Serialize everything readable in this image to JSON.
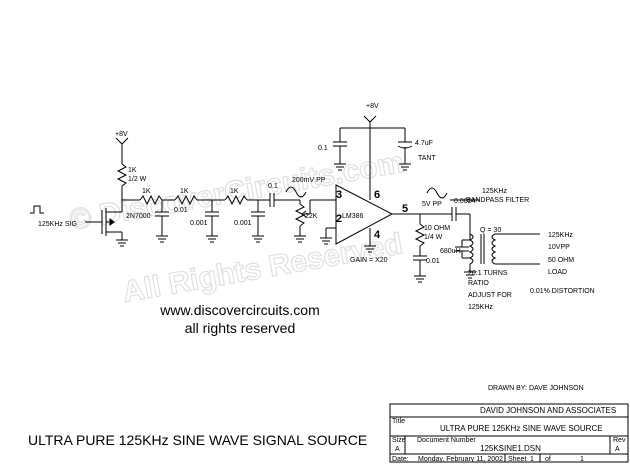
{
  "watermark": {
    "line1": "© DiscoverCircuits.com",
    "line2": "All Rights Reserved"
  },
  "credit": {
    "url": "www.discovercircuits.com",
    "rights": "all rights reserved"
  },
  "schematic": {
    "supply_left": "+8V",
    "supply_top": "+8V",
    "input_label": "125KHz SIG",
    "r_pullup": "1K",
    "r_pullup_w": "1/2 W",
    "transistor": "2N7000",
    "r1": "1K",
    "r2": "1K",
    "r3": "1K",
    "c1": "0.01",
    "c2": "0.001",
    "c3": "0.001",
    "c_coupling": "0.1",
    "c_bypass": "0.1",
    "c_tant": "4.7uF",
    "tant_label": "TANT",
    "pot": "22K",
    "in_amplitude": "200mV PP",
    "amp": "LM386",
    "pin3": "3",
    "pin2": "2",
    "pin4": "4",
    "pin5": "5",
    "pin6": "6",
    "gain": "GAIN = X20",
    "out_amplitude": "5V PP",
    "c_series": "0.0024",
    "r_series": "10 OHM",
    "r_series_w": "1/4 W",
    "c_snubber": "0.01",
    "c_tank": "680uH",
    "filter_label": "125KHz",
    "filter_label2": "BANDPASS FILTER",
    "q_value": "Q = 30",
    "turns1": "20:1 TURNS",
    "turns2": "RATIO",
    "turns3": "ADJUST FOR",
    "turns4": "125KHz",
    "out1": "125KHz",
    "out2": "10VPP",
    "out3": "50 OHM",
    "out4": "LOAD",
    "distortion": "0.01% DISTORTION",
    "drawn_by": "DRAWN BY: DAVE JOHNSON"
  },
  "main_title": "ULTRA PURE 125KHz SINE WAVE SIGNAL SOURCE",
  "title_block": {
    "company": "DAVID JOHNSON AND ASSOCIATES",
    "title_label": "Title",
    "title": "ULTRA PURE 125KHz SINE WAVE SOURCE",
    "size_label": "Size",
    "size": "A",
    "doc_label": "Document Number",
    "doc": "125KSINE1.DSN",
    "rev_label": "Rev",
    "rev": "A",
    "date_label": "Date:",
    "date": "Monday, February 11, 2002",
    "sheet_label": "Sheet",
    "sheet": "1",
    "of_label": "of",
    "of": "1"
  }
}
